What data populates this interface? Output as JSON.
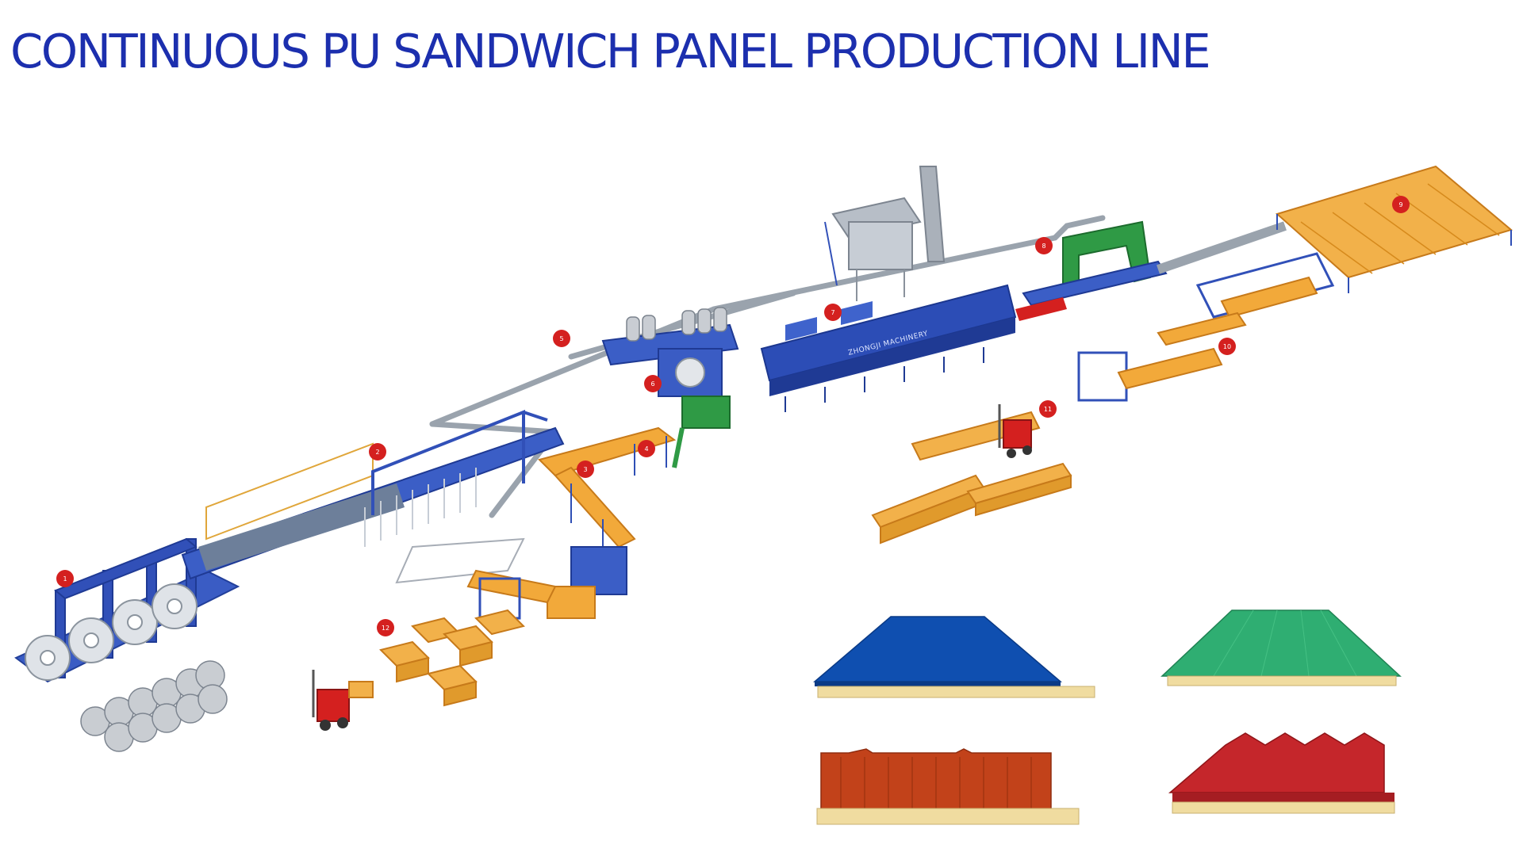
{
  "title": "CONTINUOUS PU SANDWICH PANEL PRODUCTION LINE",
  "machine_brand": "ZHONGJI MACHINERY",
  "stations": [
    {
      "label": "1"
    },
    {
      "label": "2"
    },
    {
      "label": "3"
    },
    {
      "label": "4"
    },
    {
      "label": "5"
    },
    {
      "label": "6"
    },
    {
      "label": "7"
    },
    {
      "label": "8"
    },
    {
      "label": "9"
    },
    {
      "label": "10"
    },
    {
      "label": "11"
    },
    {
      "label": "12"
    }
  ],
  "panel_samples": [
    {
      "name": "blue-flat-panel",
      "face_color": "#0f4fb0"
    },
    {
      "name": "green-flat-panel",
      "face_color": "#2fae72"
    },
    {
      "name": "red-corrugated-panel",
      "face_color": "#c2421a"
    },
    {
      "name": "red-trapezoidal-panel",
      "face_color": "#c5262b"
    }
  ],
  "colors": {
    "title": "#1c2fae",
    "machine_blue": "#2b4fb8",
    "badge_red": "#d4201f",
    "foam_core": "#f0dca0",
    "conveyor_orange": "#f2a93a",
    "press_green": "#2f9a45"
  }
}
